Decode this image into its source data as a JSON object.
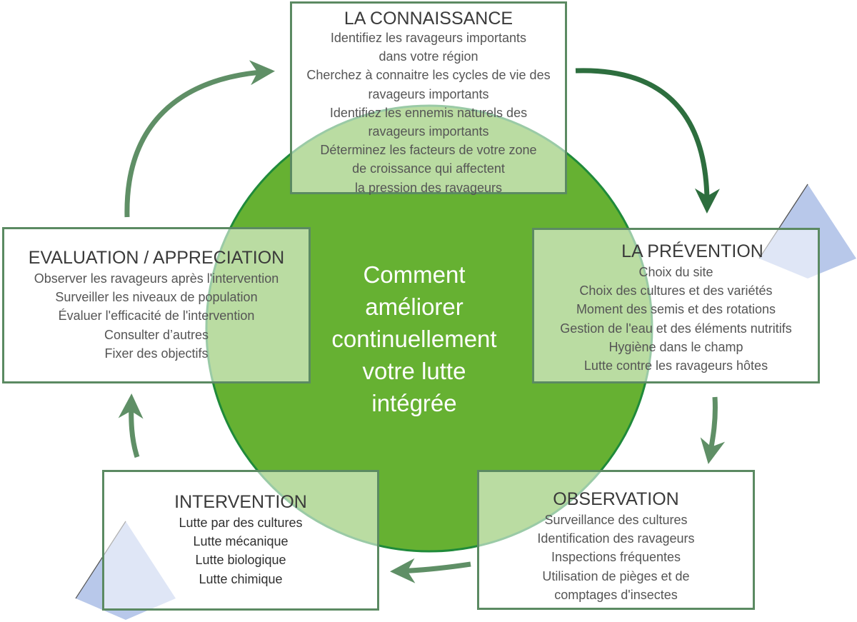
{
  "center": {
    "lines": [
      "Comment",
      "améliorer",
      "continuellement",
      "votre lutte",
      "intégrée"
    ]
  },
  "steps": {
    "connaissance": {
      "title": "LA CONNAISSANCE",
      "items": [
        "Identifiez les ravageurs importants",
        "dans votre région",
        "Cherchez à connaitre les cycles de vie des",
        "ravageurs importants",
        "Identifiez les ennemis naturels des",
        "ravageurs importants",
        "Déterminez les facteurs de votre zone",
        "de croissance qui affectent",
        "la pression des ravageurs"
      ]
    },
    "prevention": {
      "title": "LA PRÉVENTION",
      "items": [
        "Choix du site",
        "Choix des cultures et des variétés",
        "Moment des semis et des rotations",
        "Gestion de l'eau et des éléments nutritifs",
        "Hygiène dans le champ",
        "Lutte contre les ravageurs hôtes"
      ]
    },
    "observation": {
      "title": "OBSERVATION",
      "items": [
        "Surveillance des cultures",
        "Identification des ravageurs",
        "Inspections fréquentes",
        "Utilisation de pièges et de",
        "comptages d'insectes"
      ]
    },
    "intervention": {
      "title": "INTERVENTION",
      "items": [
        "Lutte par des cultures",
        "Lutte mécanique",
        "Lutte biologique",
        "Lutte chimique"
      ]
    },
    "evaluation": {
      "title": "EVALUATION / APPRECIATION",
      "items": [
        "Observer les ravageurs après l'intervention",
        "Surveiller les niveaux de population",
        "Évaluer l'efficacité de l'intervention",
        "Consulter d’autres",
        "Fixer des objectifs"
      ]
    }
  },
  "colors": {
    "circle_fill": "#66b132",
    "circle_stroke": "#1f8a3a",
    "box_border": "#5b8a62",
    "arrow": "#5f8f66",
    "arrow_dark": "#2d6e3e",
    "pyramid_top": "#e9c3bc",
    "pyramid_second": "#eff0cf",
    "pyramid_third": "#b9d9a8",
    "pyramid_base": "#b8c8ea"
  },
  "icons": {
    "pyramid": "pyramid-icon",
    "arrow": "curved-arrow"
  }
}
